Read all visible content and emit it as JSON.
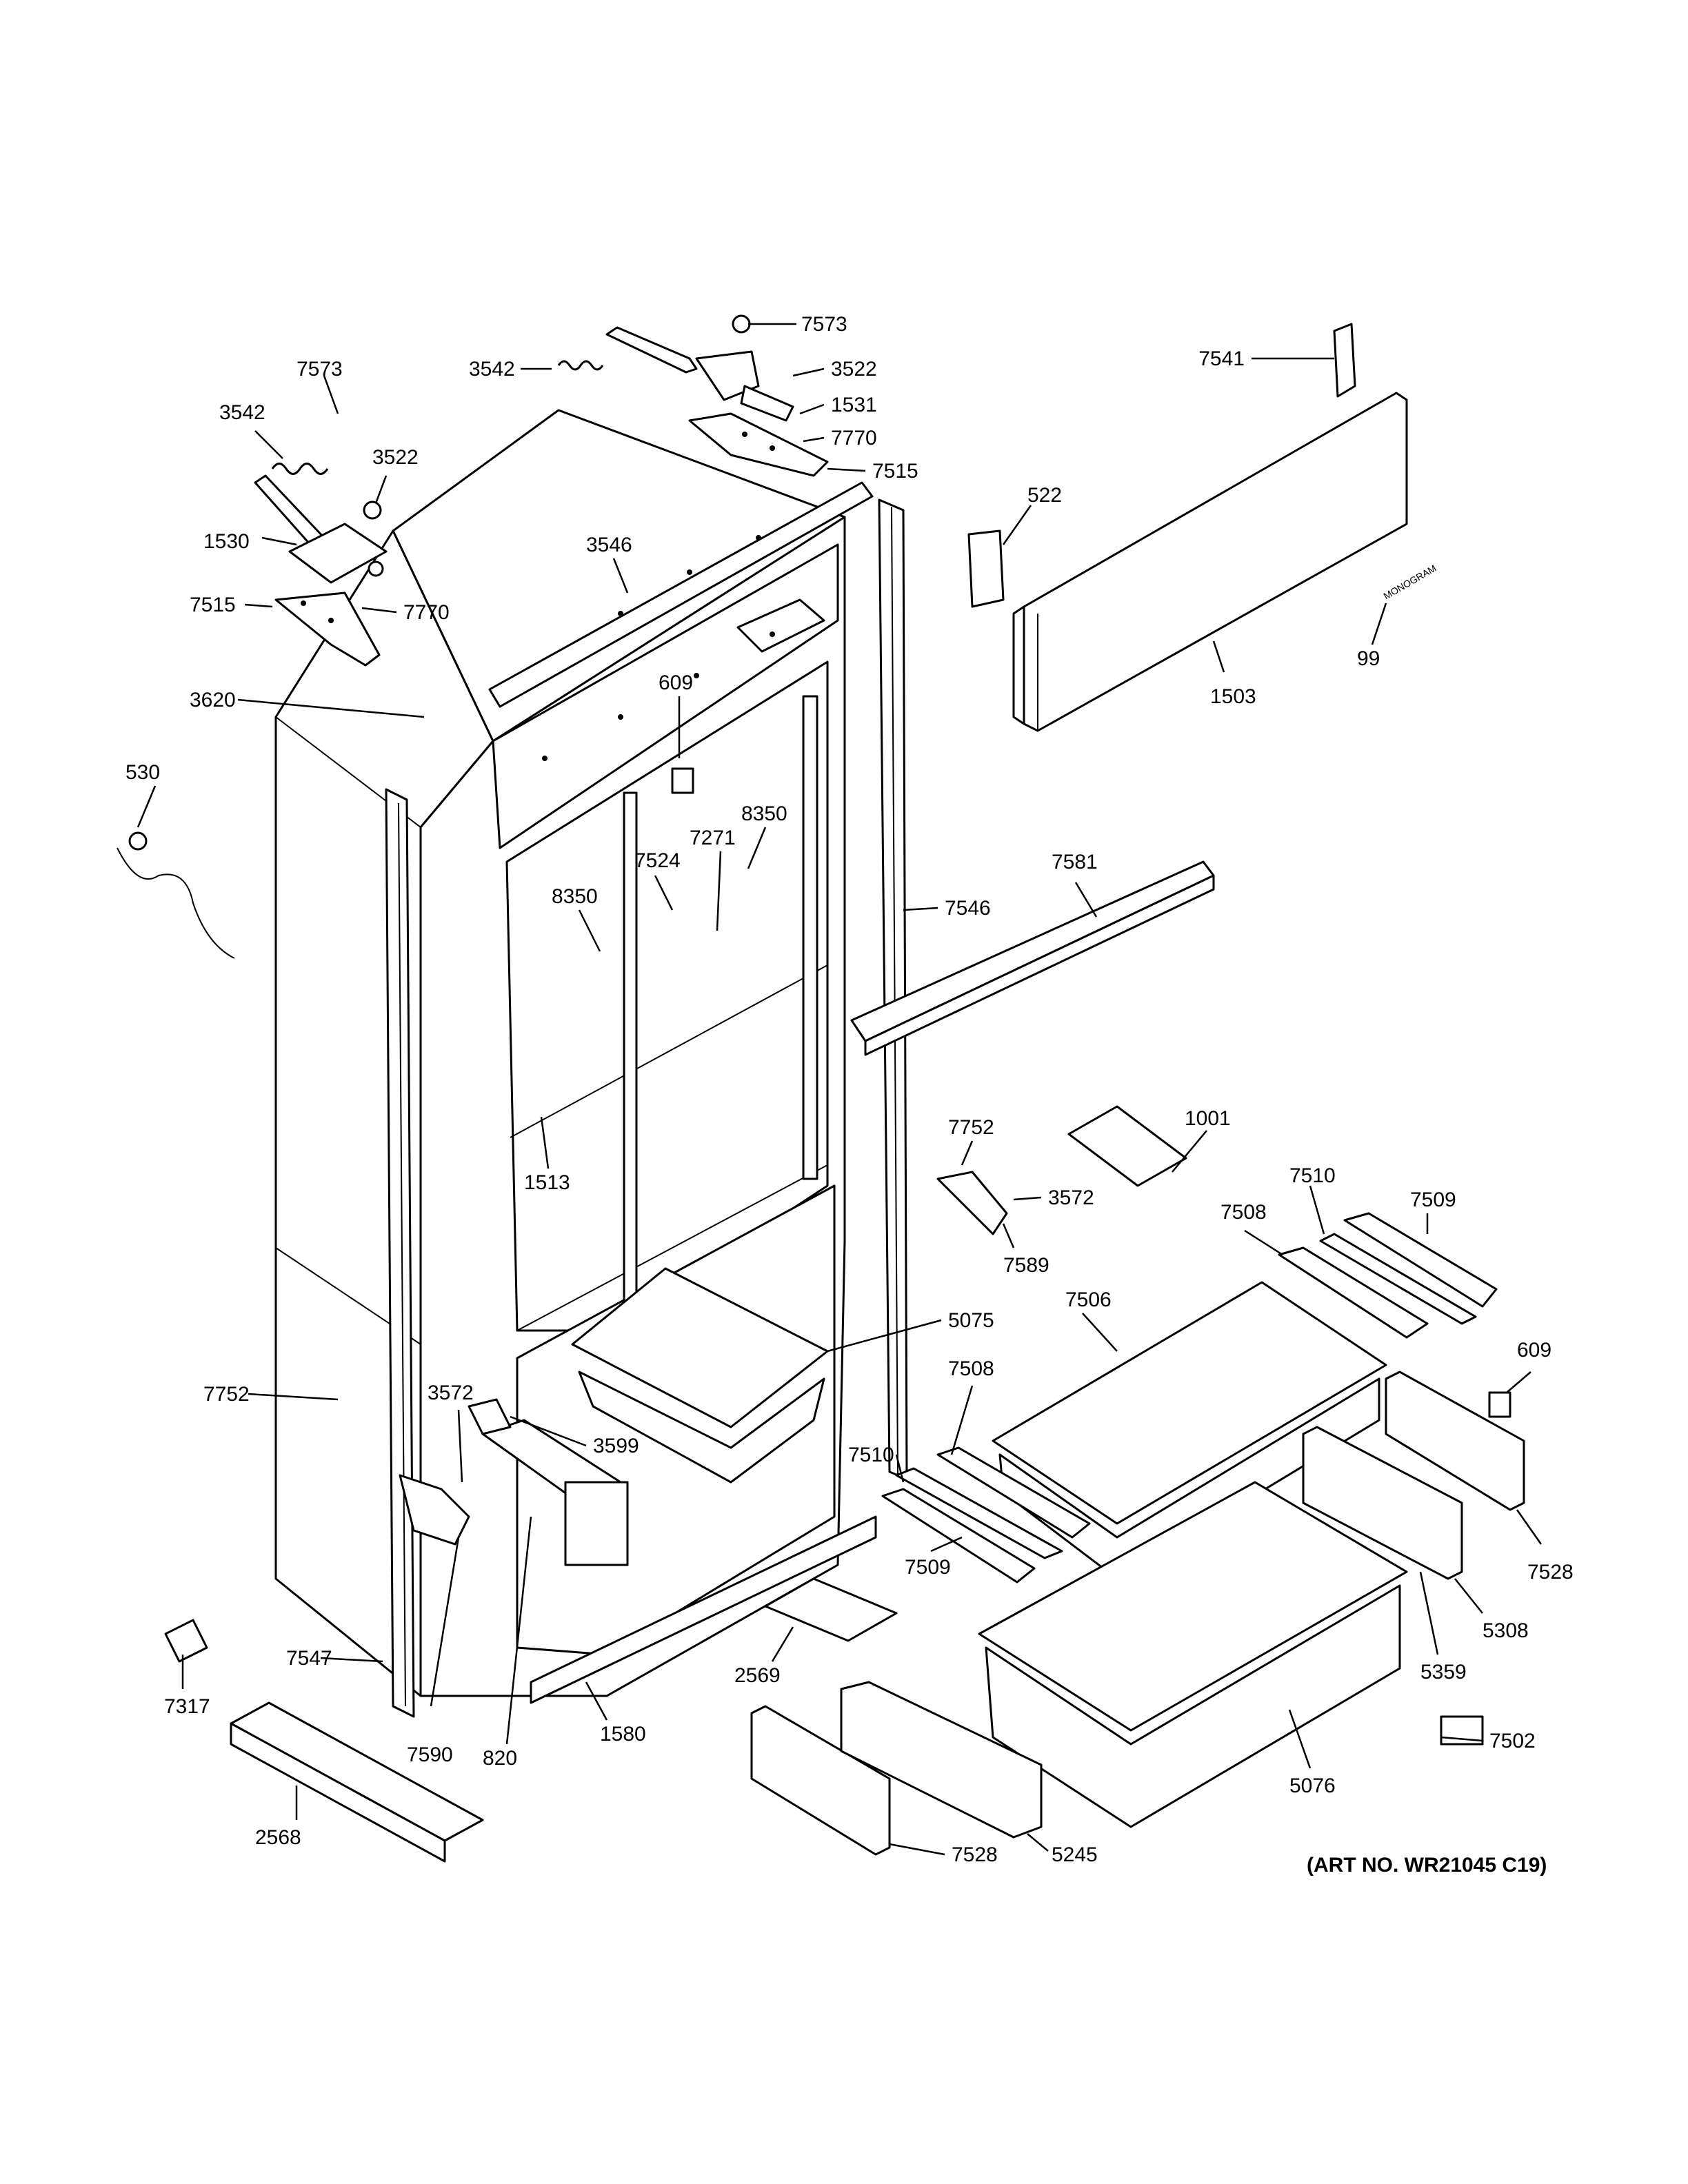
{
  "art_number": "(ART NO. WR21045 C19)",
  "monogram_text": "MONOGRAM",
  "callouts": [
    {
      "id": "c-7573a",
      "label": "7573"
    },
    {
      "id": "c-3542a",
      "label": "3542"
    },
    {
      "id": "c-3522a",
      "label": "3522"
    },
    {
      "id": "c-1531",
      "label": "1531"
    },
    {
      "id": "c-7770a",
      "label": "7770"
    },
    {
      "id": "c-7515a",
      "label": "7515"
    },
    {
      "id": "c-7573b",
      "label": "7573"
    },
    {
      "id": "c-3542b",
      "label": "3542"
    },
    {
      "id": "c-3522b",
      "label": "3522"
    },
    {
      "id": "c-1530",
      "label": "1530"
    },
    {
      "id": "c-7515b",
      "label": "7515"
    },
    {
      "id": "c-7770b",
      "label": "7770"
    },
    {
      "id": "c-3546",
      "label": "3546"
    },
    {
      "id": "c-3620",
      "label": "3620"
    },
    {
      "id": "c-609a",
      "label": "609"
    },
    {
      "id": "c-530",
      "label": "530"
    },
    {
      "id": "c-8350a",
      "label": "8350"
    },
    {
      "id": "c-7524",
      "label": "7524"
    },
    {
      "id": "c-7271",
      "label": "7271"
    },
    {
      "id": "c-8350b",
      "label": "8350"
    },
    {
      "id": "c-7546",
      "label": "7546"
    },
    {
      "id": "c-1513",
      "label": "1513"
    },
    {
      "id": "c-7541",
      "label": "7541"
    },
    {
      "id": "c-522",
      "label": "522"
    },
    {
      "id": "c-1503",
      "label": "1503"
    },
    {
      "id": "c-99",
      "label": "99"
    },
    {
      "id": "c-7581",
      "label": "7581"
    },
    {
      "id": "c-1001",
      "label": "1001"
    },
    {
      "id": "c-7752a",
      "label": "7752"
    },
    {
      "id": "c-3572a",
      "label": "3572"
    },
    {
      "id": "c-7589",
      "label": "7589"
    },
    {
      "id": "c-7510a",
      "label": "7510"
    },
    {
      "id": "c-7508a",
      "label": "7508"
    },
    {
      "id": "c-7509a",
      "label": "7509"
    },
    {
      "id": "c-7506",
      "label": "7506"
    },
    {
      "id": "c-5075",
      "label": "5075"
    },
    {
      "id": "c-609b",
      "label": "609"
    },
    {
      "id": "c-7752b",
      "label": "7752"
    },
    {
      "id": "c-3572b",
      "label": "3572"
    },
    {
      "id": "c-3599",
      "label": "3599"
    },
    {
      "id": "c-7508b",
      "label": "7508"
    },
    {
      "id": "c-7510b",
      "label": "7510"
    },
    {
      "id": "c-7528a",
      "label": "7528"
    },
    {
      "id": "c-7509b",
      "label": "7509"
    },
    {
      "id": "c-5308",
      "label": "5308"
    },
    {
      "id": "c-5359",
      "label": "5359"
    },
    {
      "id": "c-7317",
      "label": "7317"
    },
    {
      "id": "c-7547",
      "label": "7547"
    },
    {
      "id": "c-7590",
      "label": "7590"
    },
    {
      "id": "c-820",
      "label": "820"
    },
    {
      "id": "c-1580",
      "label": "1580"
    },
    {
      "id": "c-2569",
      "label": "2569"
    },
    {
      "id": "c-5076",
      "label": "5076"
    },
    {
      "id": "c-7502",
      "label": "7502"
    },
    {
      "id": "c-2568",
      "label": "2568"
    },
    {
      "id": "c-7528b",
      "label": "7528"
    },
    {
      "id": "c-5245",
      "label": "5245"
    }
  ]
}
